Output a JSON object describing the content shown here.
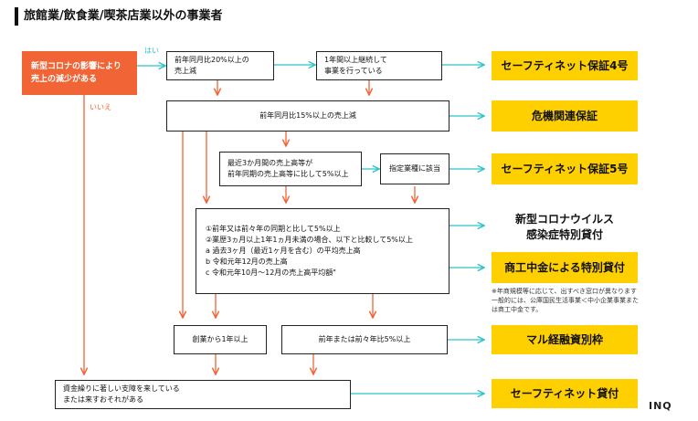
{
  "title": "旅館業/飲食業/喫茶店業以外の事業者",
  "labels": {
    "yes": "はい",
    "no": "いいえ"
  },
  "nodes": {
    "start": {
      "line1": "新型コロナの影響により",
      "line2": "売上の減少がある"
    },
    "decline20": {
      "line1": "前年同月比20%以上の",
      "line2": "売上減"
    },
    "continued1y": {
      "line1": "1年間以上継続して",
      "line2": "事業を行っている"
    },
    "decline15": "前年同月比15%以上の売上減",
    "recent3m": {
      "line1": "最近3か月間の売上高等が",
      "line2": "前年同期の売上高等に比して5%以上"
    },
    "designated": "指定業種に該当",
    "conditions": {
      "line1": "①前年又は前々年の同期と比して5%以上",
      "line2": "②業歴3ヵ月以上1年1ヵ月未満の場合、以下と比較して5%以上",
      "line3": "a 過去3ヶ月（最近1ヶ月を含む）の平均売上高",
      "line4": "b 令和元年12月の売上高",
      "line5": "c 令和元年10月～12月の売上高平均額\""
    },
    "founded1y": "創業から1年以上",
    "prev5": "前年または前々年比5%以上",
    "cashflow": {
      "line1": "資金繰りに著しい支障を来している",
      "line2": "または来すおそれがある"
    }
  },
  "results": {
    "sn4": "セーフティネット保証4号",
    "crisis": "危機関連保証",
    "sn5": "セーフティネット保証5号",
    "corona": {
      "line1": "新型コロナウイルス",
      "line2": "感染症特別貸付"
    },
    "shoko": "商工中金による特別貸付",
    "maru": "マル経融資別枠",
    "snloan": "セーフティネット貸付"
  },
  "note": {
    "line1": "※年商規模等に応じて、出すべき窓口が異なります",
    "line2": "一般的には、公庫国民生活事業＜中小企業事業また",
    "line3": "は商工中金です。"
  },
  "logo": "INQ",
  "colors": {
    "accent": "#f16435",
    "connector_teal": "#2ec4c8",
    "result_fill": "#ffd000"
  }
}
